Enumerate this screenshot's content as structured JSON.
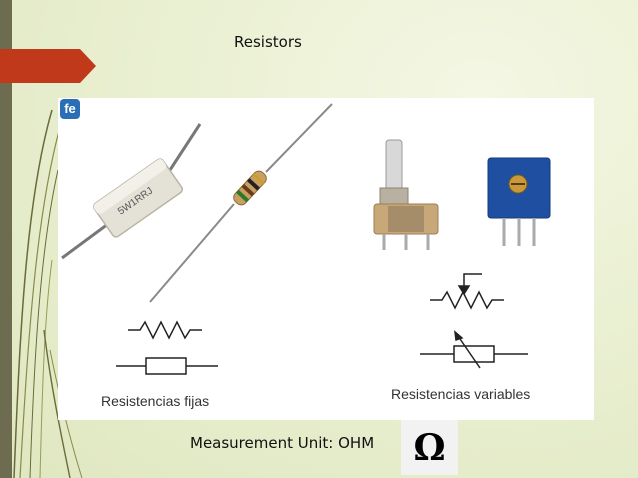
{
  "slide": {
    "title": "Resistors",
    "logo_text": "fe",
    "caption_fixed": "Resistencias fijas",
    "caption_variable": "Resistencias variables",
    "measurement_text": "Measurement Unit: OHM",
    "omega_symbol": "Ω",
    "resistor_body_text": "5W1RRJ",
    "colors": {
      "background": "#eaf0d2",
      "left_bar": "#6e6c50",
      "arrow_tab": "#c0391b",
      "logo": "#2a6fb6"
    }
  }
}
